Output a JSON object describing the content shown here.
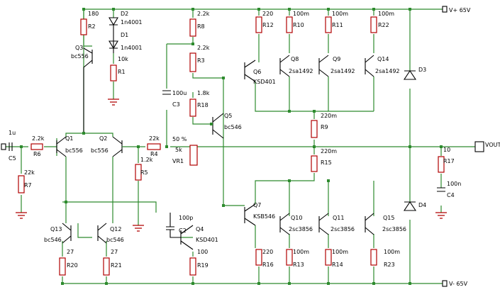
{
  "colors": {
    "wire": "#2e8b2e",
    "resistor": "#b00000",
    "symbol": "#000000",
    "background": "#ffffff"
  },
  "labels": {
    "r2": "R2",
    "r2v": "180",
    "d2": "D2",
    "d2v": "1n4001",
    "d1": "D1",
    "d1v": "1n4001",
    "r1": "R1",
    "r1v": "10k",
    "q3": "Q3",
    "q3v": "bc556",
    "r8": "R8",
    "r8v": "2.2k",
    "r3": "R3",
    "r3v": "2.2k",
    "c3": "C3",
    "c3v": "100u",
    "r18": "R18",
    "r18v": "1.8k",
    "q5": "Q5",
    "q5v": "bc546",
    "vr1": "VR1",
    "vr1v": "5k",
    "vr1p": "50 %",
    "q6": "Q6",
    "q6v": "KSD401",
    "r12": "R12",
    "r12v": "220",
    "r10": "R10",
    "r10v": "100m",
    "r11": "R11",
    "r11v": "100m",
    "r22": "R22",
    "r22v": "100m",
    "q8": "Q8",
    "q8v": "2sa1492",
    "q9": "Q9",
    "q9v": "2sa1492",
    "q14": "Q14",
    "q14v": "2sa1492",
    "r9": "R9",
    "r9v": "220m",
    "r15": "R15",
    "r15v": "220m",
    "d3": "D3",
    "d4": "D4",
    "vplus": "V+ 65V",
    "vminus": "V- 65V",
    "vout": "VOUT",
    "c5": "C5",
    "c5v": "1u",
    "r6": "R6",
    "r6v": "2.2k",
    "r7": "R7",
    "r7v": "22k",
    "q1": "Q1",
    "q1v": "bc556",
    "q2": "Q2",
    "q2v": "bc556",
    "r4": "R4",
    "r4v": "22k",
    "r5": "R5",
    "r5v": "1.2k",
    "r17": "R17",
    "r17v": "10",
    "c4": "C4",
    "c4v": "100n",
    "q7": "Q7",
    "q7v": "KSB546",
    "q10": "Q10",
    "q10v": "2sc3856",
    "q11": "Q11",
    "q11v": "2sc3856",
    "q15": "Q15",
    "q15v": "2sc3856",
    "c2": "C2",
    "c2v": "100p",
    "q4": "Q4",
    "q4v": "KSD401",
    "q13": "Q13",
    "q13v": "bc546",
    "q12": "Q12",
    "q12v": "bc546",
    "r20": "R20",
    "r20v": "27",
    "r21": "R21",
    "r21v": "27",
    "r19": "R19",
    "r19v": "100",
    "r16": "R16",
    "r16v": "220",
    "r13": "R13",
    "r13v": "100m",
    "r14": "R14",
    "r14v": "100m",
    "r23": "R23",
    "r23v": "100m"
  }
}
